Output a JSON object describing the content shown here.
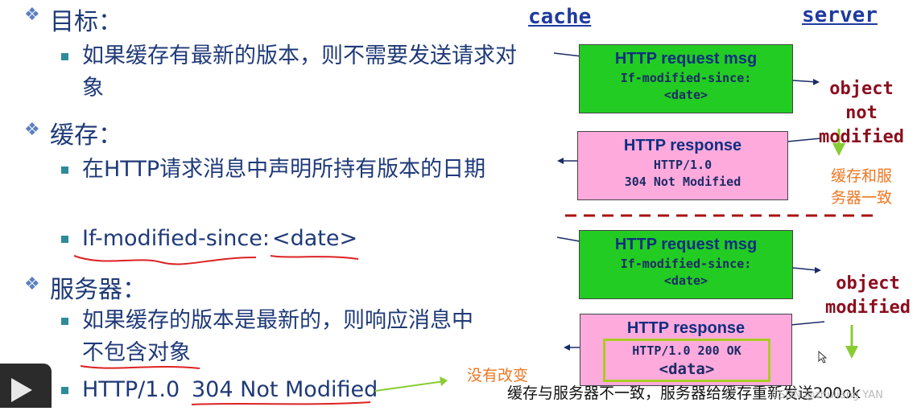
{
  "left": {
    "goal": {
      "heading": "目标：",
      "items": [
        "如果缓存有最新的版本，则不需要发送请求对象"
      ]
    },
    "cache": {
      "heading": "缓存：",
      "item1": "在HTTP请求消息中声明所持有版本的日期",
      "item2_key": "If-modified-since:",
      "item2_val": "<date>"
    },
    "server": {
      "heading": "服务器：",
      "item1_a": "如果缓存的版本是最新的，则响应消息中",
      "item1_b": "不包含对象",
      "item2_a": "HTTP/1.0",
      "item2_b": "304 Not Modified"
    }
  },
  "diagram": {
    "cache_label": "cache",
    "server_label": "server",
    "req1": {
      "title": "HTTP request msg",
      "line1": "If-modified-since:",
      "line2": "<date>"
    },
    "resp1": {
      "title": "HTTP response",
      "line1": "HTTP/1.0",
      "line2": "304 Not Modified"
    },
    "req2": {
      "title": "HTTP request msg",
      "line1": "If-modified-since:",
      "line2": "<date>"
    },
    "resp2": {
      "title": "HTTP response",
      "line1": "HTTP/1.0 200 OK",
      "line2": "<data>"
    },
    "not_modified_label": [
      "object",
      "not",
      "modified"
    ],
    "modified_label": [
      "object",
      "modified"
    ]
  },
  "annotations": {
    "consistent_note_1": "缓存和服",
    "consistent_note_2": "务器一致",
    "no_change_note": "没有改变",
    "bottom_note": "缓存与服务器不一致，服务器给缓存重新发送200ok",
    "watermark": "CSDN @zhuliang YAN"
  },
  "colors": {
    "request_box": "#22cc22",
    "response_box": "#ffaadd",
    "highlight_border": "#aacc22",
    "annotation_red": "#dd2222",
    "annotation_orange": "#ee7722"
  }
}
